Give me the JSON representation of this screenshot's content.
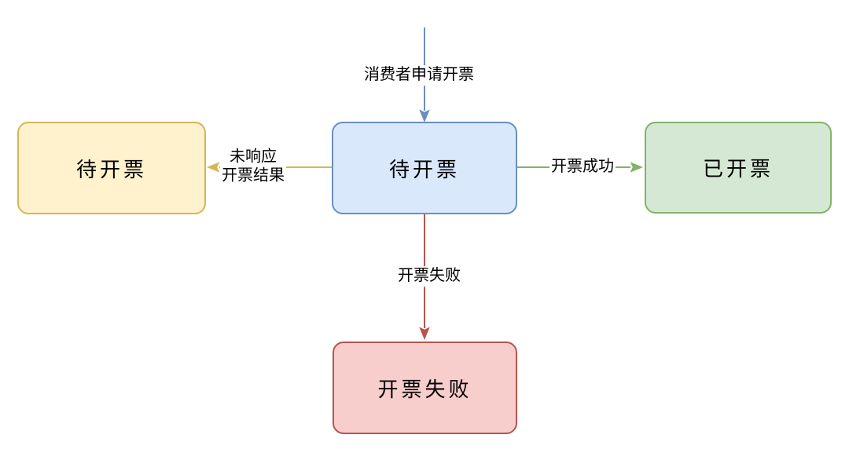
{
  "diagram": {
    "background": "#ffffff",
    "nodes": {
      "center": {
        "label": "待开票",
        "fill": "#DAE8FC",
        "border": "#6C8EBF"
      },
      "left": {
        "label": "待开票",
        "fill": "#FFF2CC",
        "border": "#D6B656"
      },
      "right": {
        "label": "已开票",
        "fill": "#D5E8D4",
        "border": "#82B366"
      },
      "bottom": {
        "label": "开票失败",
        "fill": "#F8CECC",
        "border": "#B85450"
      }
    },
    "edges": {
      "apply": {
        "label": "消费者申请开票",
        "color": "#6C8EBF",
        "from": "top",
        "to": "center"
      },
      "no_response": {
        "line1": "未响应",
        "line2": "开票结果",
        "color": "#D6B656",
        "from": "center",
        "to": "left"
      },
      "success": {
        "label": "开票成功",
        "color": "#82B366",
        "from": "center",
        "to": "right"
      },
      "fail": {
        "label": "开票失败",
        "color": "#B85450",
        "from": "center",
        "to": "bottom"
      }
    }
  }
}
